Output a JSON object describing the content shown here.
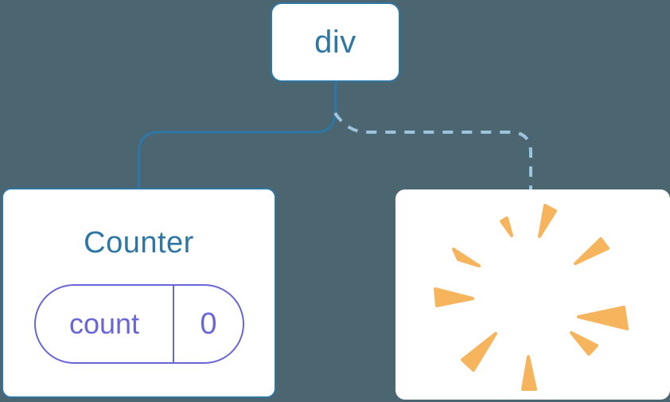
{
  "diagram": {
    "root_node": {
      "label": "div"
    },
    "counter_card": {
      "title": "Counter",
      "state_pill": {
        "key": "count",
        "value": "0"
      }
    },
    "removed_card": {
      "icon": "poof-burst-icon"
    }
  },
  "colors": {
    "background": "#4C6671",
    "node_blue": "#2E76A4",
    "pill_purple": "#6866D9",
    "poof_orange": "#F6B45C",
    "dash_blue": "#9EC4DB",
    "card_bg": "#FFFFFF"
  }
}
